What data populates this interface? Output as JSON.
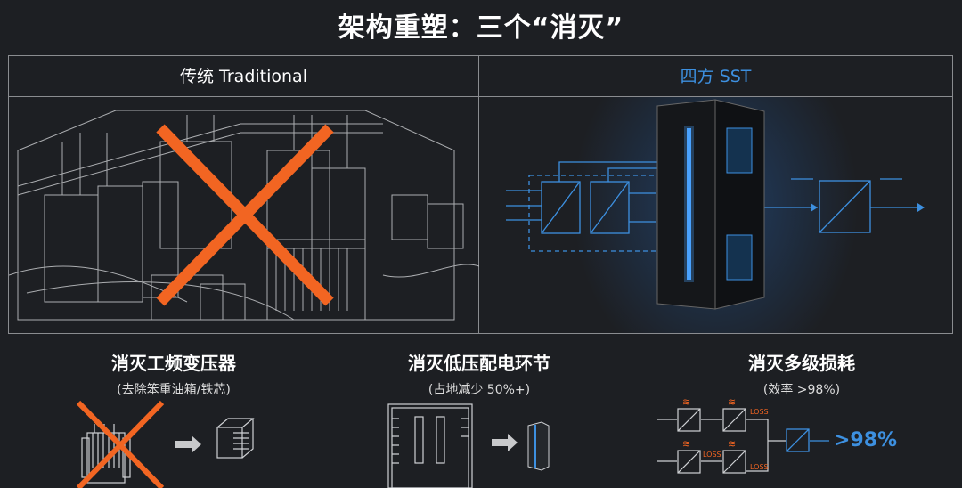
{
  "title": "架构重塑：三个“消灭”",
  "comparison": {
    "traditional_label": "传统 Traditional",
    "sst_label": "四方 SST"
  },
  "items": [
    {
      "title": "消灭工频变压器",
      "subtitle": "(去除笨重油箱/铁芯)"
    },
    {
      "title": "消灭低压配电环节",
      "subtitle": "(占地减少 50%+)"
    },
    {
      "title": "消灭多级损耗",
      "subtitle": "(效率 >98%)"
    }
  ],
  "loss_diagram": {
    "loss_label": "LOSS",
    "result": ">98%"
  },
  "colors": {
    "accent_blue": "#3d90e0",
    "cross_orange": "#f26522",
    "background": "#1d1f23"
  }
}
